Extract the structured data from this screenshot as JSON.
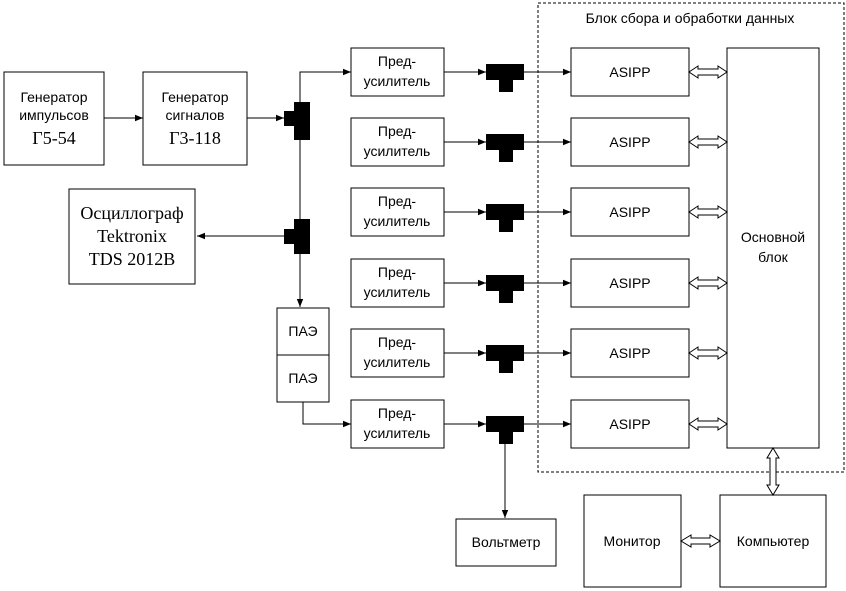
{
  "block_title": "Блок сбора и обработки данных",
  "pulse_generator": {
    "line1": "Генератор",
    "line2": "импульсов",
    "model": "Г5-54"
  },
  "signal_generator": {
    "line1": "Генератор",
    "line2": "сигналов",
    "model": "Г3-118"
  },
  "oscilloscope": {
    "line1": "Осциллограф",
    "line2": "Tektronix",
    "line3": "TDS 2012B"
  },
  "attenuators": [
    "ПАЭ",
    "ПАЭ"
  ],
  "preamp": {
    "line1": "Пред-",
    "line2": "усилитель"
  },
  "asipp_label": "ASIPP",
  "main_block": {
    "line1": "Основной",
    "line2": "блок"
  },
  "voltmeter": "Вольтметр",
  "monitor": "Монитор",
  "computer": "Компьютер"
}
